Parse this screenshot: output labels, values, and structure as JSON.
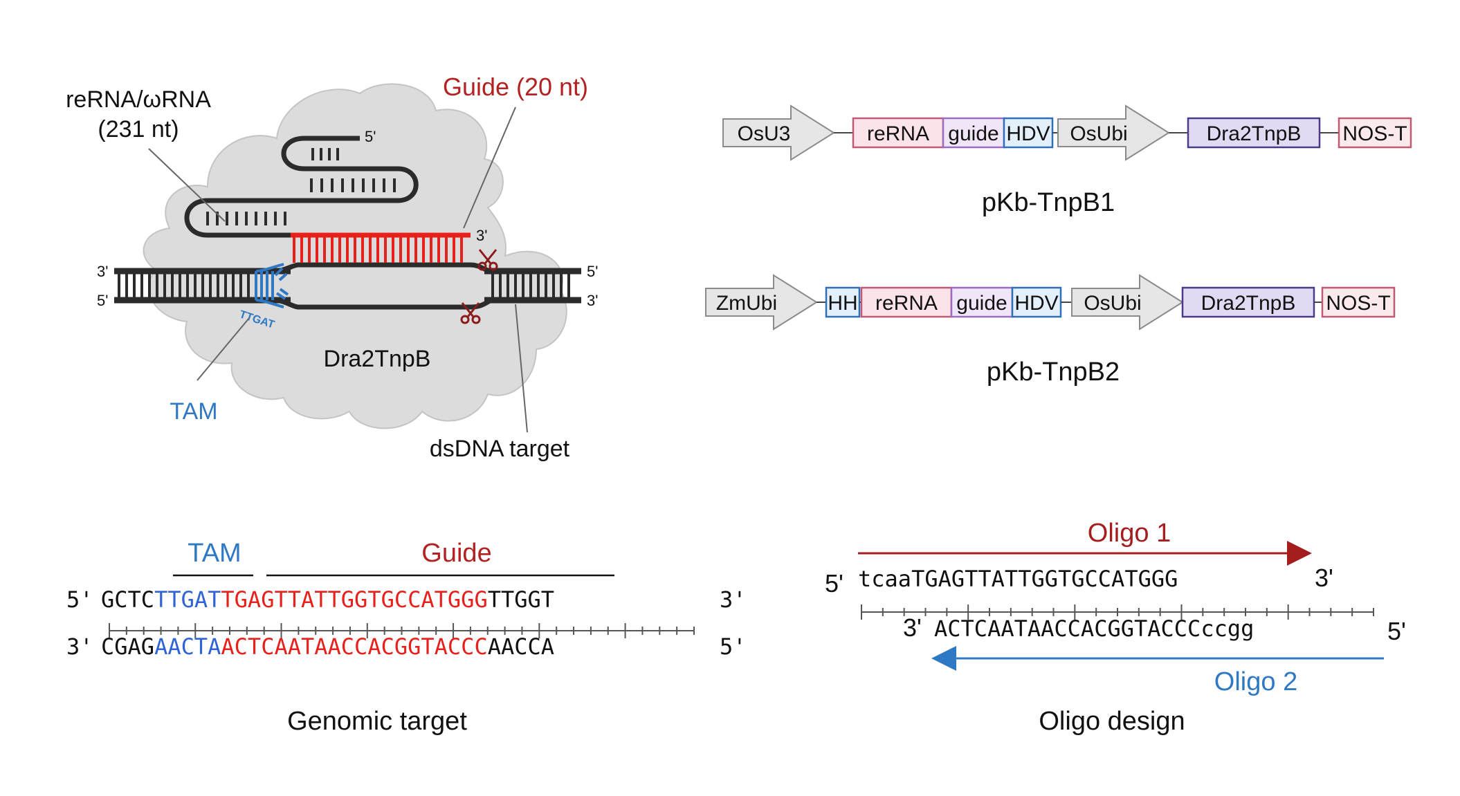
{
  "colors": {
    "guide_red": "#b22222",
    "tam_blue": "#2f78c4",
    "seq_red": "#e8201c",
    "seq_blue": "#2f63d6",
    "strand": "#2b2b2b",
    "cloud": "#dcdcdc",
    "promoter_fill": "#e6e6e6",
    "rerna_fill": "#fbe3ea",
    "guide_fill": "#f1e6f7",
    "hdv_fill": "#e3f0fb",
    "dra2tnpb_fill": "#e2d9f3",
    "term_fill": "#fbeaec"
  },
  "complex": {
    "rna_label_line1": "reRNA/ωRNA",
    "rna_label_line2": "(231 nt)",
    "guide_label": "Guide (20  nt)",
    "protein_label": "Dra2TnpB",
    "tam_label": "TAM",
    "tam_seq": "TTGAT",
    "target_label": "dsDNA target",
    "end_5": "5'",
    "end_3": "3'",
    "icon": "scissors-icon"
  },
  "constructs": [
    {
      "name": "pKb-TnpB1",
      "parts": [
        {
          "label": "OsU3",
          "kind": "promoter"
        },
        {
          "label": "reRNA",
          "kind": "rerna"
        },
        {
          "label": "guide",
          "kind": "guide"
        },
        {
          "label": "HDV",
          "kind": "hdv"
        },
        {
          "label": "OsUbi",
          "kind": "promoter"
        },
        {
          "label": "Dra2TnpB",
          "kind": "cds"
        },
        {
          "label": "NOS-T",
          "kind": "terminator"
        }
      ]
    },
    {
      "name": "pKb-TnpB2",
      "parts": [
        {
          "label": "ZmUbi",
          "kind": "promoter"
        },
        {
          "label": "HH",
          "kind": "hdv"
        },
        {
          "label": "reRNA",
          "kind": "rerna"
        },
        {
          "label": "guide",
          "kind": "guide"
        },
        {
          "label": "HDV",
          "kind": "hdv"
        },
        {
          "label": "OsUbi",
          "kind": "promoter"
        },
        {
          "label": "Dra2TnpB",
          "kind": "cds"
        },
        {
          "label": "NOS-T",
          "kind": "terminator"
        }
      ]
    }
  ],
  "genomic_target": {
    "caption": "Genomic target",
    "tam_label": "TAM",
    "guide_label": "Guide",
    "top_prefix": "5'",
    "top_suffix": "3'",
    "bottom_prefix": "3'",
    "bottom_suffix": "5'",
    "top_seq": [
      {
        "text": "GCTC",
        "color": "black"
      },
      {
        "text": "TTGAT",
        "color": "blue"
      },
      {
        "text": "TGAGTTATTGGTGCCATGGG",
        "color": "red"
      },
      {
        "text": "TTGGT",
        "color": "black"
      }
    ],
    "bottom_seq": [
      {
        "text": "CGAG",
        "color": "black"
      },
      {
        "text": "AACTA",
        "color": "blue"
      },
      {
        "text": "ACTCAATAACCACGGTACCC",
        "color": "red"
      },
      {
        "text": "AACCA",
        "color": "black"
      }
    ]
  },
  "oligo_design": {
    "caption": "Oligo design",
    "oligo1_label": "Oligo 1",
    "oligo2_label": "Oligo 2",
    "top_prefix": "5'",
    "top_seq": "tcaaTGAGTTATTGGTGCCATGGG",
    "top_suffix": "3'",
    "bottom_prefix": "3'",
    "bottom_seq": "ACTCAATAACCACGGTACCCccgg",
    "bottom_suffix": "5'"
  }
}
